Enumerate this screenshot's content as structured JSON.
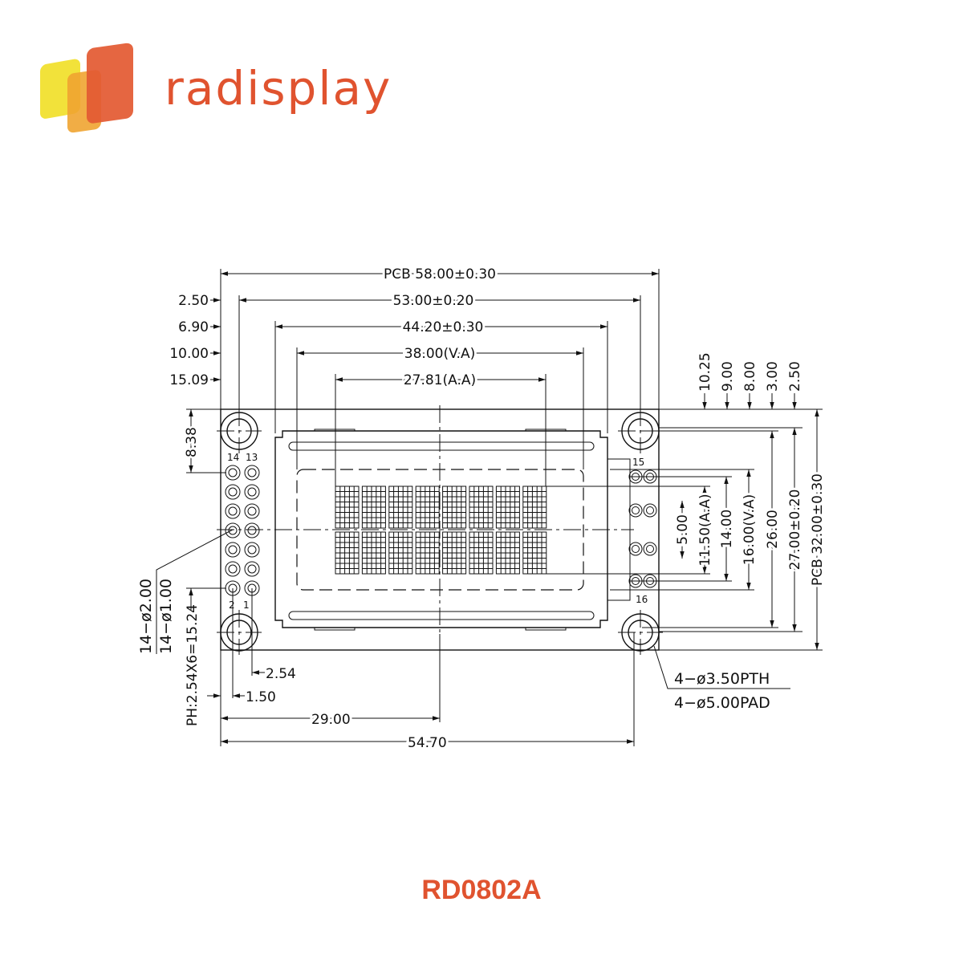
{
  "brand": {
    "name": "radisplay",
    "colors": {
      "red": "#e35a33",
      "yellow": "#f2e23a",
      "orange": "#f0a431"
    }
  },
  "title": "RD0802A",
  "dims": {
    "top": [
      "PCB 58.00±0.30",
      "53.00±0.20",
      "44.20±0.30",
      "38.00(V.A)",
      "27.81(A.A)"
    ],
    "left_offsets": [
      "2.50",
      "6.90",
      "10.00",
      "15.09"
    ],
    "right_offsets": [
      "10.25",
      "9.00",
      "8.00",
      "3.00",
      "2.50"
    ],
    "right_heights": [
      "5.00",
      "11.50(A.A)",
      "14.00",
      "16.00(V.A)",
      "26.00",
      "27.00±0.20",
      "PCB 32.00±0.30"
    ],
    "left_pin_offset": "8.38",
    "pin_hole_top": "14−ø2.00",
    "pin_hole_bottom": "14−ø1.00",
    "pitch": "PH:2.54X6=15.24",
    "bottom": [
      "2.54",
      "1.50",
      "29.00",
      "54.70"
    ],
    "mount_top": "4−ø3.50PTH",
    "mount_bottom": "4−ø5.00PAD"
  },
  "pin_labels": {
    "p14": "14",
    "p13": "13",
    "p2": "2",
    "p1": "1",
    "p15": "15",
    "p16": "16"
  }
}
